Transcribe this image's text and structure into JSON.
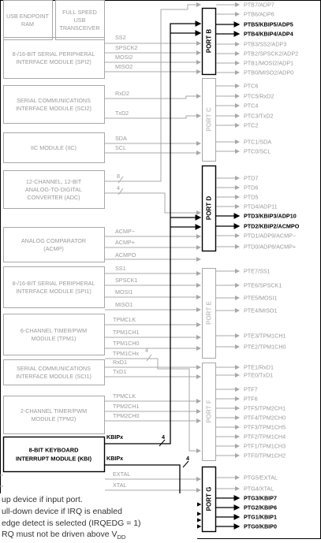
{
  "modules": [
    {
      "id": "usb-endpoint-ram",
      "lines": [
        "USB ENDPOINT",
        "RAM"
      ],
      "active": false
    },
    {
      "id": "full-speed-usb-transceiver",
      "lines": [
        "FULL SPEED",
        "USB",
        "TRANSCEIVER"
      ],
      "active": false
    },
    {
      "id": "spi2",
      "lines": [
        "8-/16-BIT SERIAL PERIPHERAL",
        "INTERFACE MODULE (SPI2)"
      ],
      "active": false
    },
    {
      "id": "sci2",
      "lines": [
        "SERIAL COMMUNICATIONS",
        "INTERFACE MODULE (SCI2)"
      ],
      "active": false
    },
    {
      "id": "iic",
      "lines": [
        "IIC MODULE (IIC)"
      ],
      "active": false
    },
    {
      "id": "adc",
      "lines": [
        "12-CHANNEL, 12-BIT",
        "ANALOG-TO-DIGITAL",
        "CONVERTER (ADC)"
      ],
      "active": false
    },
    {
      "id": "acmp",
      "lines": [
        "ANALOG COMPARATOR",
        "(ACMP)"
      ],
      "active": false
    },
    {
      "id": "spi1",
      "lines": [
        "8-/16-BIT SERIAL PERIPHERAL",
        "INTERFACE MODULE (SPI1)"
      ],
      "active": false
    },
    {
      "id": "tpm1",
      "lines": [
        "6-CHANNEL TIMER/PWM",
        "MODULE (TPM1)"
      ],
      "active": false
    },
    {
      "id": "sci1",
      "lines": [
        "SERIAL COMMUNICATIONS",
        "INTERFACE MODULE (SCI1)"
      ],
      "active": false
    },
    {
      "id": "tpm2",
      "lines": [
        "2-CHANNEL TIMER/PWM",
        "MODULE (TPM2)"
      ],
      "active": false
    },
    {
      "id": "kbi",
      "lines": [
        "8-BIT KEYBOARD",
        "INTERRUPT MODULE (KBI)"
      ],
      "active": true
    }
  ],
  "signals": [
    {
      "text": "SS2"
    },
    {
      "text": "SPSCK2"
    },
    {
      "text": "MOSI2"
    },
    {
      "text": "MISO2"
    },
    {
      "text": "RxD2"
    },
    {
      "text": "TxD2"
    },
    {
      "text": "SDA"
    },
    {
      "text": "SCL"
    },
    {
      "text": "8"
    },
    {
      "text": "4"
    },
    {
      "text": "ACMP−"
    },
    {
      "text": "ACMP+"
    },
    {
      "text": "ACMPO"
    },
    {
      "text": "SS1"
    },
    {
      "text": "SPSCK1"
    },
    {
      "text": "MOSI1"
    },
    {
      "text": "MISO1"
    },
    {
      "text": "TPMCLK"
    },
    {
      "text": "TPM1CH1"
    },
    {
      "text": "TPM1CH0"
    },
    {
      "text": "TPM1CHx"
    },
    {
      "text": "4"
    },
    {
      "text": "RxD1"
    },
    {
      "text": "TxD1"
    },
    {
      "text": "TPMCLK"
    },
    {
      "text": "TPM2CH1"
    },
    {
      "text": "TPM2CH0"
    },
    {
      "text": "KBIPx"
    },
    {
      "text": "4"
    },
    {
      "text": "KBIPx"
    },
    {
      "text": "4"
    },
    {
      "text": "EXTAL"
    },
    {
      "text": "XTAL"
    }
  ],
  "ports": [
    {
      "label": "PORT B",
      "active": true
    },
    {
      "label": "PORT C",
      "active": false
    },
    {
      "label": "PORT D",
      "active": true
    },
    {
      "label": "PORT E",
      "active": false
    },
    {
      "label": "PORT F",
      "active": false
    },
    {
      "label": "PORT G",
      "active": true
    }
  ],
  "pins": [
    {
      "text": "PTB7/ADP7",
      "bold": false
    },
    {
      "text": "PTB6/ADP6",
      "bold": false
    },
    {
      "text": "PTB5/KBIP5/ADP5",
      "bold": true
    },
    {
      "text": "PTB4/KBIP4/ADP4",
      "bold": true
    },
    {
      "text": "PTB3/SS2/ADP3",
      "bold": false
    },
    {
      "text": "PTB2/SPSCK2/ADP2",
      "bold": false
    },
    {
      "text": "PTB1/MOSI2/ADP1",
      "bold": false
    },
    {
      "text": "PTB0/MISO2/ADP0",
      "bold": false
    },
    {
      "text": "PTC6",
      "bold": false
    },
    {
      "text": "PTC5/RxD2",
      "bold": false
    },
    {
      "text": "PTC4",
      "bold": false
    },
    {
      "text": "PTC3/TxD2",
      "bold": false
    },
    {
      "text": "PTC2",
      "bold": false
    },
    {
      "text": "PTC1/SDA",
      "bold": false
    },
    {
      "text": "PTC0/SCL",
      "bold": false
    },
    {
      "text": "PTD7",
      "bold": false
    },
    {
      "text": "PTD6",
      "bold": false
    },
    {
      "text": "PTD5",
      "bold": false
    },
    {
      "text": "PTD4/ADP11",
      "bold": false
    },
    {
      "text": "PTD3/KBIP3/ADP10",
      "bold": true
    },
    {
      "text": "PTD2/KBIP2/ACMPO",
      "bold": true
    },
    {
      "text": "PTD1/ADP9/ACMP−",
      "bold": false
    },
    {
      "text": "PTD0/ADP8/ACMP+",
      "bold": false
    },
    {
      "text": "PTE7/SS1",
      "bold": false
    },
    {
      "text": "PTE6/SPSCK1",
      "bold": false
    },
    {
      "text": "PTE5/MOSI1",
      "bold": false
    },
    {
      "text": "PTE4/MISO1",
      "bold": false
    },
    {
      "text": "PTE3/TPM1CH1",
      "bold": false
    },
    {
      "text": "PTE2/TPM1CH0",
      "bold": false
    },
    {
      "text": "PTE1/RxD1",
      "bold": false
    },
    {
      "text": "PTE0/TxD1",
      "bold": false
    },
    {
      "text": "PTF7",
      "bold": false
    },
    {
      "text": "PTF6",
      "bold": false
    },
    {
      "text": "PTF5/TPM2CH1",
      "bold": false
    },
    {
      "text": "PTF4/TPM2CH0",
      "bold": false
    },
    {
      "text": "PTF3/TPM1CH5",
      "bold": false
    },
    {
      "text": "PTF2/TPM1CH4",
      "bold": false
    },
    {
      "text": "PTF1/TPM1CH3",
      "bold": false
    },
    {
      "text": "PTF0/TPM1CH2",
      "bold": false
    },
    {
      "text": "PTG5/EXTAL",
      "bold": false
    },
    {
      "text": "PTG4/XTAL",
      "bold": false
    },
    {
      "text": "PTG3/KBIP7",
      "bold": true
    },
    {
      "text": "PTG2/KBIP6",
      "bold": true
    },
    {
      "text": "PTG1/KBIP1",
      "bold": true
    },
    {
      "text": "PTG0/KBIP0",
      "bold": true
    }
  ],
  "notes": [
    "up device if input port.",
    "ull-down device if IRQ is enabled",
    "edge detect is selected (IRQEDG = 1)",
    "RQ must not be driven above V"
  ],
  "note_subscript": "DD"
}
